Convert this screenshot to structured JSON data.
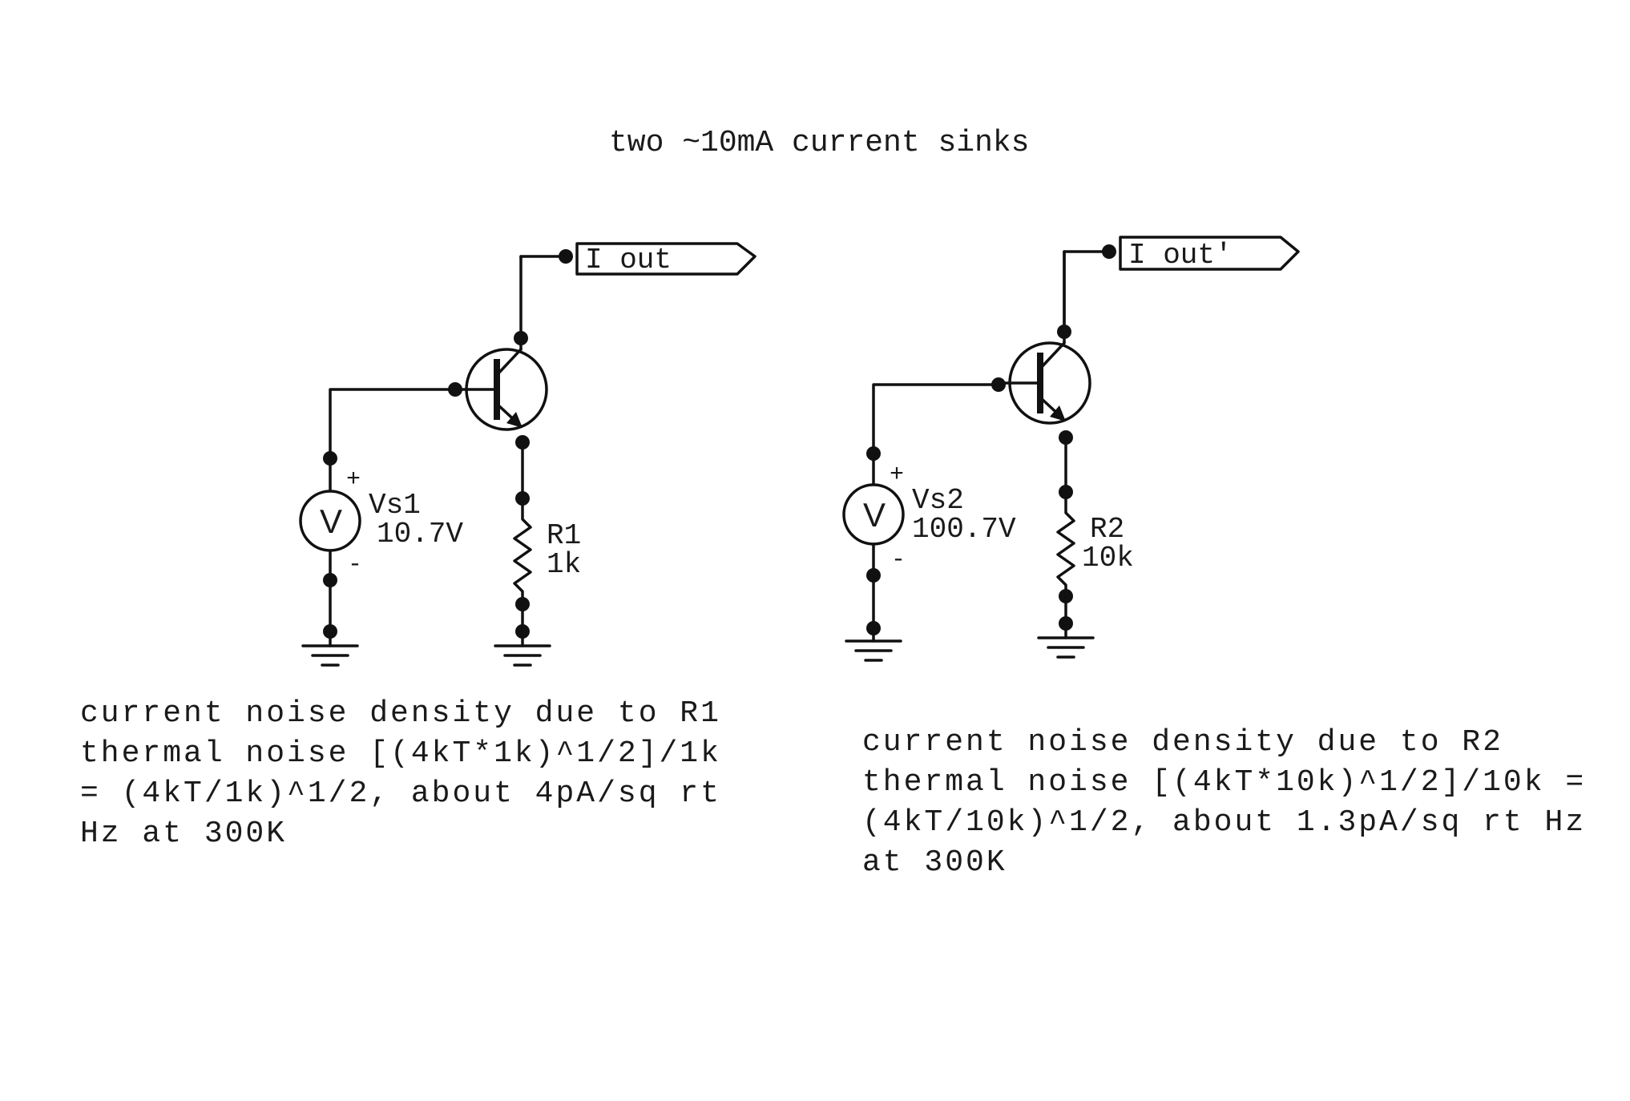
{
  "title": "two ~10mA current sinks",
  "left": {
    "out_label": "I out",
    "source_name": "Vs1",
    "source_value": "10.7V",
    "source_symbol": "V",
    "plus": "+",
    "minus": "-",
    "resistor_name": "R1",
    "resistor_value": "1k",
    "note": [
      "current noise density due to R1",
      "thermal noise [(4kT*1k)^1/2]/1k",
      "= (4kT/1k)^1/2, about 4pA/sq rt",
      "Hz at 300K"
    ]
  },
  "right": {
    "out_label": "I out'",
    "source_name": "Vs2",
    "source_value": "100.7V",
    "source_symbol": "V",
    "plus": "+",
    "minus": "-",
    "resistor_name": "R2",
    "resistor_value": "10k",
    "note": [
      "current noise density due to R2",
      "thermal noise [(4kT*10k)^1/2]/10k =",
      "(4kT/10k)^1/2, about 1.3pA/sq rt Hz",
      "at 300K"
    ]
  }
}
